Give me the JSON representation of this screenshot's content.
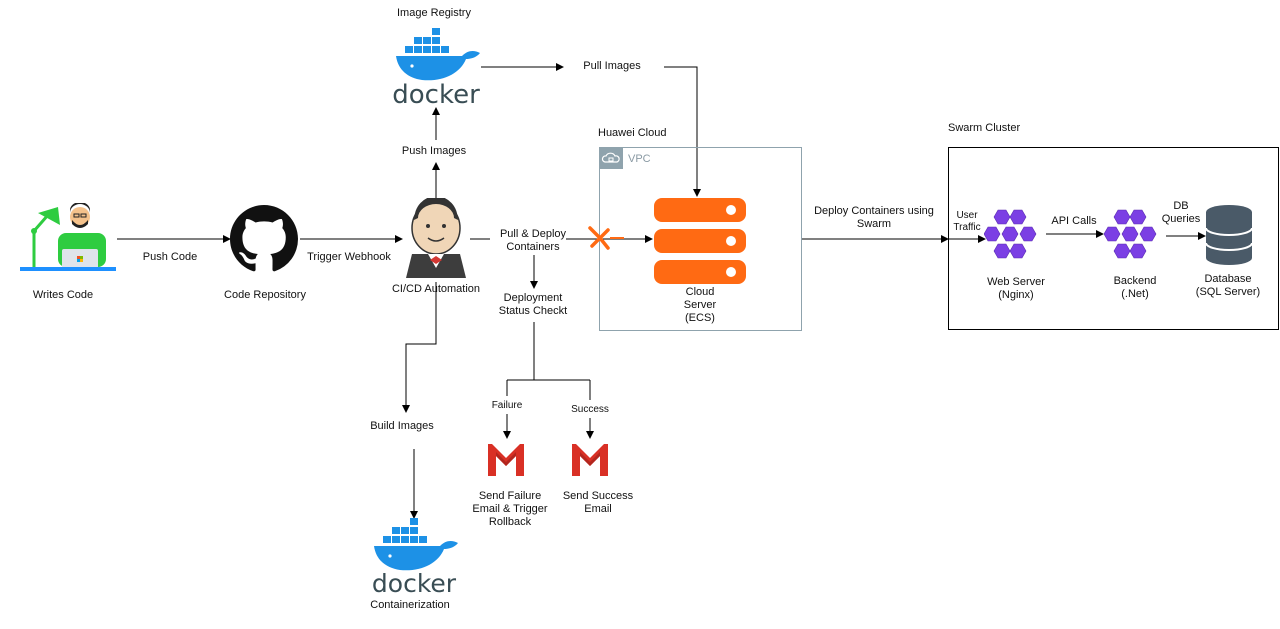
{
  "labels": {
    "writes_code": "Writes Code",
    "push_code": "Push Code",
    "code_repository": "Code Repository",
    "trigger_webhook": "Trigger Webhook",
    "cicd_automation": "CI/CD Automation",
    "push_images": "Push Images",
    "image_registry": "Image Registry",
    "pull_images": "Pull Images",
    "pull_deploy": [
      "Pull & Deploy",
      "Containers"
    ],
    "deployment_status": [
      "Deployment",
      "Status Checkt"
    ],
    "failure": "Failure",
    "success": "Success",
    "send_failure": [
      "Send Failure",
      "Email & Trigger",
      "Rollback"
    ],
    "send_success": [
      "Send Success",
      "Email"
    ],
    "build_images": "Build Images",
    "containerization": "Containerization",
    "huawei_cloud": "Huawei Cloud",
    "vpc": "VPC",
    "cloud_server": [
      "Cloud",
      "Server",
      "(ECS)"
    ],
    "deploy_containers": [
      "Deploy Containers using",
      "Swarm"
    ],
    "swarm_cluster": "Swarm Cluster",
    "user_traffic": [
      "User",
      "Traffic"
    ],
    "web_server": [
      "Web Server",
      "(Nginx)"
    ],
    "api_calls": "API Calls",
    "backend": [
      "Backend",
      "(.Net)"
    ],
    "db_queries": [
      "DB",
      "Queries"
    ],
    "database": [
      "Database",
      "(SQL Server)"
    ],
    "docker_word": "docker"
  },
  "colors": {
    "line": "#000000",
    "docker_blue": "#1d91e6",
    "docker_text": "#394d54",
    "ecs_orange": "#ff6a13",
    "github": "#111111",
    "gmail_red": "#d93025",
    "kube_purple": "#7b3fe4",
    "db_gray": "#4a5a68",
    "vpc_border": "#8fa3ad"
  }
}
